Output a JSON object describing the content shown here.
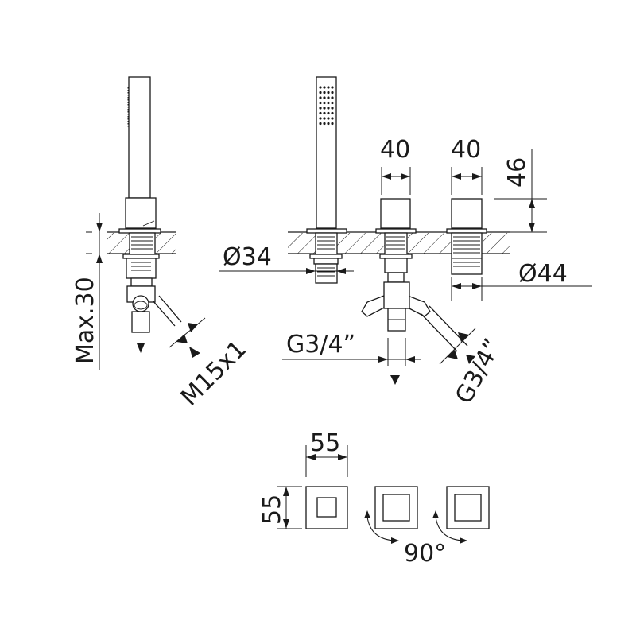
{
  "drawing": {
    "left_view": {
      "max_depth_label": "Max.30",
      "thread_label": "M15x1"
    },
    "right_view": {
      "hand_shower_diameter_label": "Ø34",
      "knob1_width_label": "40",
      "knob2_width_label": "40",
      "knob_height_label": "46",
      "body_diameter_label": "Ø44",
      "outlet_thread_label": "G3/4”",
      "side_thread_label": "G3/4”"
    },
    "top_view": {
      "width_label": "55",
      "height_label": "55",
      "rotation_label": "90°"
    }
  },
  "colors": {
    "line": "#1a1a1a",
    "background": "#ffffff"
  }
}
